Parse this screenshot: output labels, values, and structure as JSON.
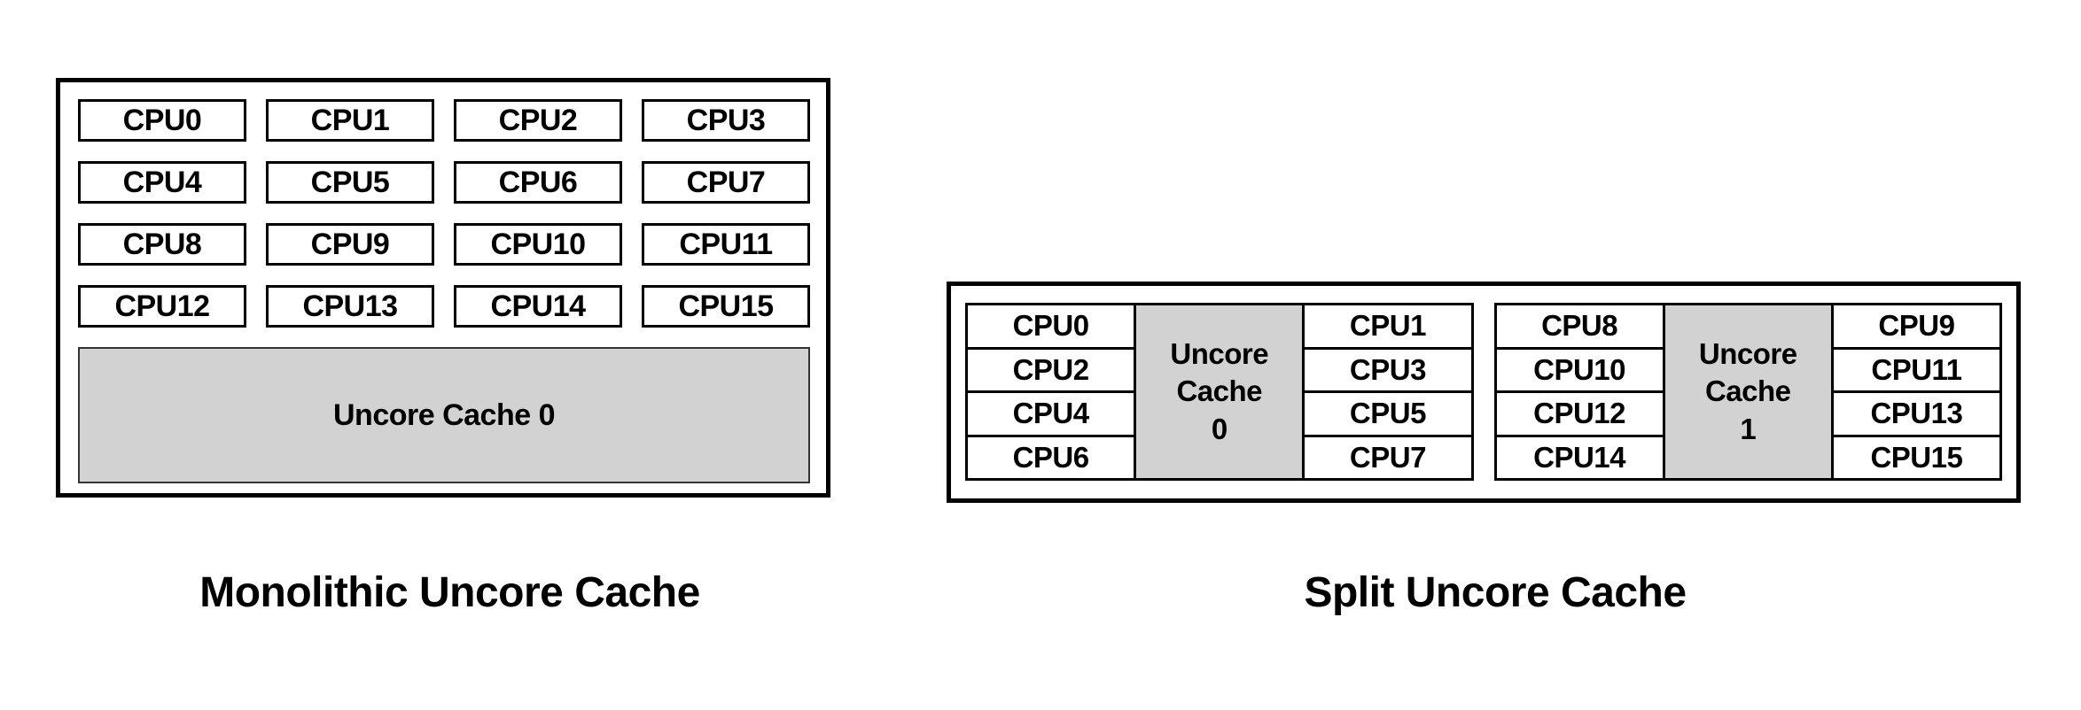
{
  "colors": {
    "background": "#ffffff",
    "border": "#000000",
    "cache_fill": "#d2d2d2",
    "text": "#000000"
  },
  "monolithic": {
    "caption": "Monolithic Uncore Cache",
    "cpus": [
      "CPU0",
      "CPU1",
      "CPU2",
      "CPU3",
      "CPU4",
      "CPU5",
      "CPU6",
      "CPU7",
      "CPU8",
      "CPU9",
      "CPU10",
      "CPU11",
      "CPU12",
      "CPU13",
      "CPU14",
      "CPU15"
    ],
    "cache_label": "Uncore Cache 0"
  },
  "split": {
    "caption": "Split Uncore Cache",
    "groups": [
      {
        "left_cpus": [
          "CPU0",
          "CPU2",
          "CPU4",
          "CPU6"
        ],
        "cache_label_lines": [
          "Uncore",
          "Cache",
          "0"
        ],
        "right_cpus": [
          "CPU1",
          "CPU3",
          "CPU5",
          "CPU7"
        ]
      },
      {
        "left_cpus": [
          "CPU8",
          "CPU10",
          "CPU12",
          "CPU14"
        ],
        "cache_label_lines": [
          "Uncore",
          "Cache",
          "1"
        ],
        "right_cpus": [
          "CPU9",
          "CPU11",
          "CPU13",
          "CPU15"
        ]
      }
    ]
  }
}
